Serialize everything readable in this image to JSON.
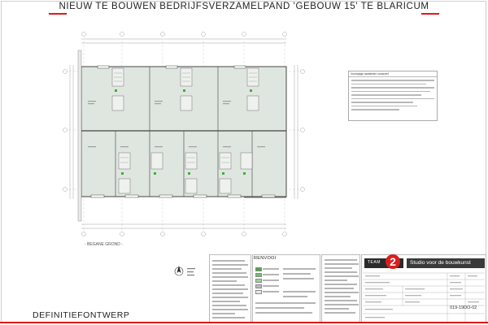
{
  "sheet": {
    "title": "NIEUW TE BOUWEN BEDRIJFSVERZAMELPAND 'GEBOUW 15' TE BLARICUM",
    "phase": "DEFINITIEFONTWERP",
    "view_label": "- BEGANE GROND -",
    "accent_color": "#e01818",
    "plan_fill": "#dfe6df"
  },
  "notes": {
    "heading": "Voorlopige aanbieder nouwverf",
    "line_count": 9
  },
  "legend": {
    "title": "RENVOOI",
    "swatch_colors": [
      "#4ba54b",
      "#6fbf6f",
      "#9ad39a",
      "#bcbcbc",
      "#e9e9e9"
    ]
  },
  "titleblock": {
    "team_text": "TEAM",
    "team_number": "2",
    "studio_text": "Studio voor de bouwkunst",
    "drawing_number": "019-19DO-02"
  }
}
